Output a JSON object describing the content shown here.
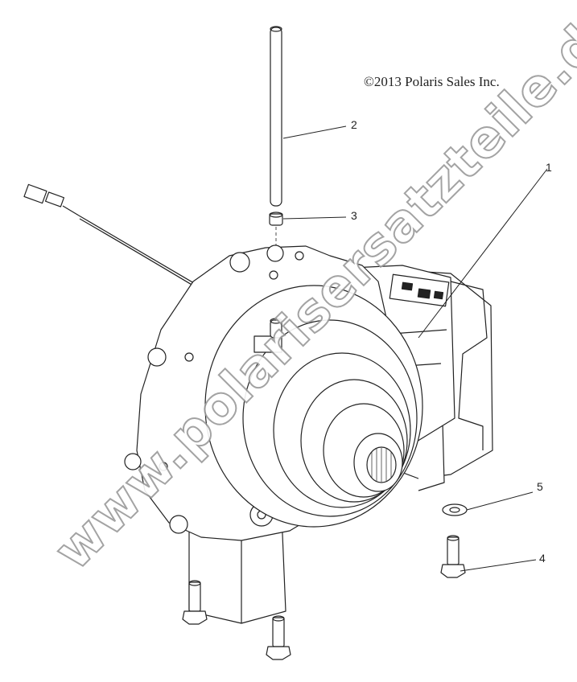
{
  "copyright": "©2013 Polaris Sales Inc.",
  "watermark": "www.polarisersatzteile.de",
  "callouts": {
    "c1": "1",
    "c2": "2",
    "c3": "3",
    "c4": "4",
    "c5": "5"
  },
  "colors": {
    "line": "#222222",
    "watermark_outline": "#9a9a9a",
    "background": "#ffffff"
  }
}
